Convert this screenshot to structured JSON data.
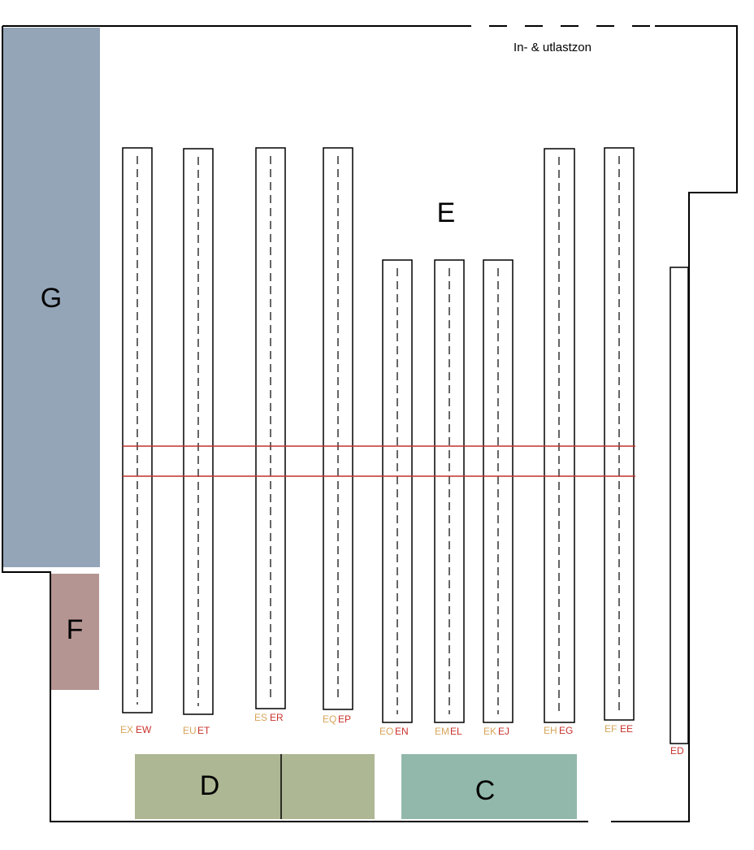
{
  "colors": {
    "zone_g": "#94a5b8",
    "zone_f": "#b59592",
    "zone_d": "#adb793",
    "zone_c": "#92b8ab",
    "label_left": "#d6a55a",
    "label_right": "#c8322c",
    "red_line": "#c0322b"
  },
  "loading_zone": {
    "label": "In- & utlastzon"
  },
  "zones": {
    "g": "G",
    "f": "F",
    "e": "E",
    "d": "D",
    "c": "C"
  },
  "aisles": [
    {
      "left": "EX",
      "right": "EW"
    },
    {
      "left": "EU",
      "right": "ET"
    },
    {
      "left": "ES",
      "right": "ER"
    },
    {
      "left": "EQ",
      "right": "EP"
    },
    {
      "left": "EO",
      "right": "EN"
    },
    {
      "left": "EM",
      "right": "EL"
    },
    {
      "left": "EK",
      "right": "EJ"
    },
    {
      "left": "EH",
      "right": "EG"
    },
    {
      "left": "EF",
      "right": "EE"
    }
  ],
  "side_rack": {
    "label": "ED"
  }
}
